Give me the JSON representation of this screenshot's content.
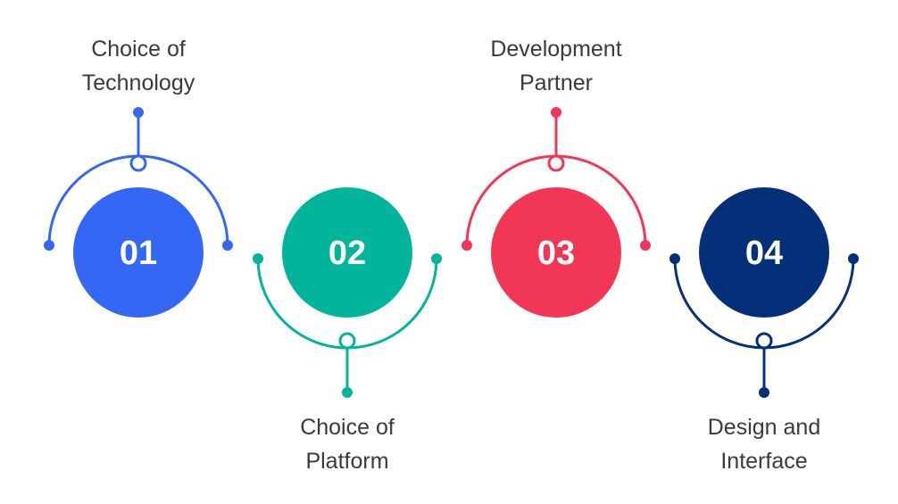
{
  "steps": [
    {
      "number": "01",
      "label_line1": "Choice of",
      "label_line2": "Technology",
      "color": "#3567f5",
      "arc_position": "top"
    },
    {
      "number": "02",
      "label_line1": "Choice of",
      "label_line2": "Platform",
      "color": "#00b59a",
      "arc_position": "bottom"
    },
    {
      "number": "03",
      "label_line1": "Development",
      "label_line2": "Partner",
      "color": "#f23655",
      "arc_position": "top"
    },
    {
      "number": "04",
      "label_line1": "Design and",
      "label_line2": "Interface",
      "color": "#04307a",
      "arc_position": "bottom"
    }
  ]
}
